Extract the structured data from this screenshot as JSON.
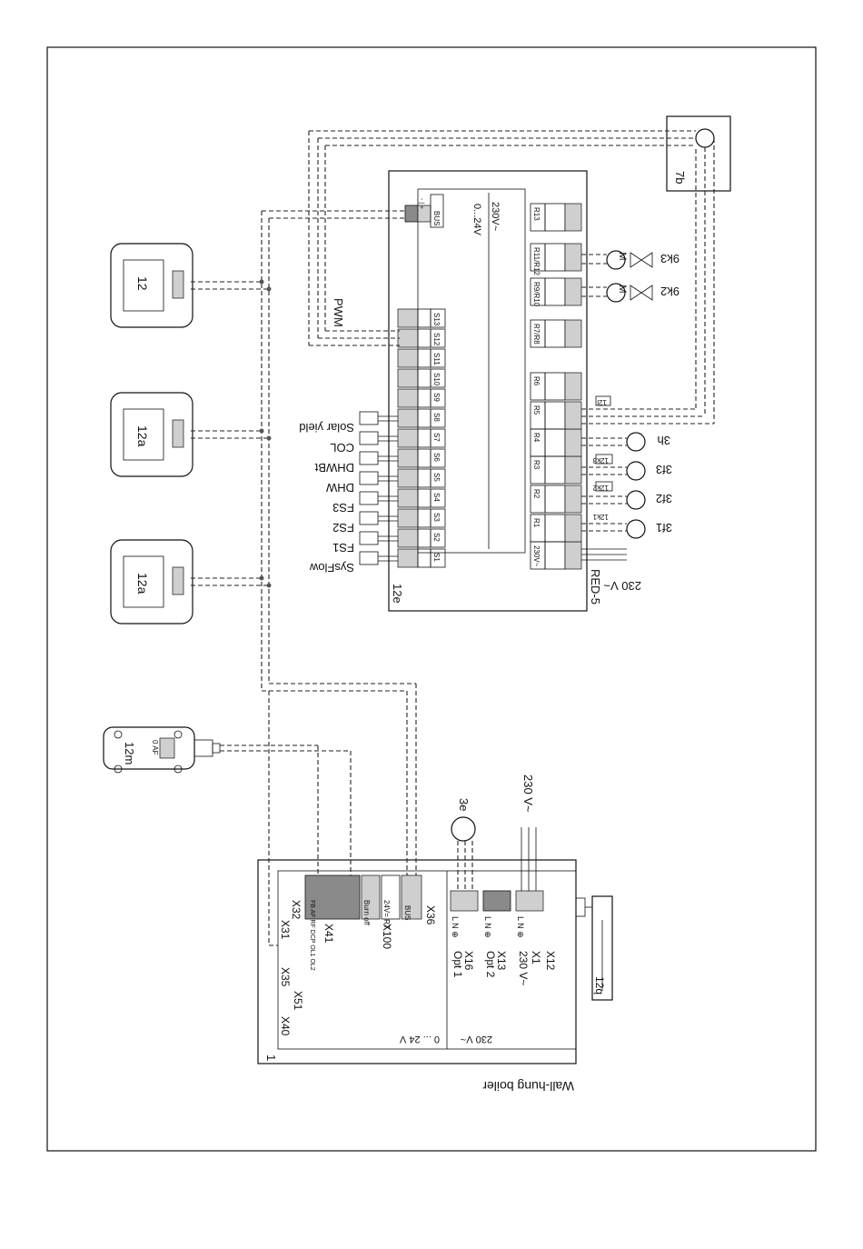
{
  "labels": {
    "outer_boiler": "Wall-hung boiler",
    "boiler_id": "1",
    "zone_low": "0 ... 24 V",
    "zone_high": "230 V~",
    "x31": "X31",
    "x32": "X32",
    "x35": "X35",
    "x40": "X40",
    "x51": "X51",
    "x41": "X41",
    "x100": "X100",
    "x36": "X36",
    "x16": "X16",
    "x13": "X13",
    "x1": "X1",
    "x12": "X12",
    "opt1": "Opt 1",
    "opt2": "Opt 2",
    "v230x1": "230 V~",
    "x41_pins": "FB AF RF DCP OL1 OL2",
    "burn_off": "Burn off",
    "rt_24v": "24V= RT",
    "bus_small": "BUS",
    "lne": "L N ⊕",
    "pump_3e": "3e",
    "supply_230": "230 V~",
    "sensor_12q": "12q",
    "controller_12m": "12m",
    "oaf": "0 AF",
    "remote_12a_1": "12a",
    "remote_12a_2": "12a",
    "remote_12": "12",
    "red_id": "12e",
    "red_model": "RED-5",
    "red_bus": "BUS",
    "red_bus_pins": "- | +",
    "red_v24": "0...24V",
    "red_v230": "230V~",
    "pwm": "PWM",
    "terminal_7b": "7b",
    "s_sensors": [
      "SysFlow",
      "FS1",
      "FS2",
      "FS3",
      "DHW",
      "DHWBt",
      "COL",
      "Solar yield"
    ],
    "s_terms": [
      "S1",
      "S2",
      "S3",
      "S4",
      "S5",
      "S6",
      "S7",
      "S8",
      "S9",
      "S10",
      "S11",
      "S12",
      "S13"
    ],
    "relays": [
      "230V~",
      "R1",
      "R2",
      "R3",
      "R4",
      "R5",
      "R6",
      "R7/R8",
      "R9/R10",
      "R11/R12",
      "R13"
    ],
    "pump_3f1": "3f1",
    "pump_3f2": "3f2",
    "pump_3f3": "3f3",
    "pump_3h": "3h",
    "sensor_12k1": "12k1",
    "sensor_12k2": "12k2",
    "sensor_12k3": "12k3",
    "sensor_12l": "12l",
    "valve_9k2": "9k2",
    "valve_9k3": "9k3",
    "supply_230_red": "230 V~"
  }
}
